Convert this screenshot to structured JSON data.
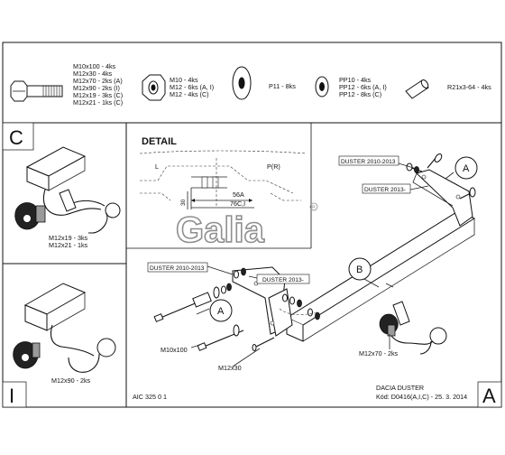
{
  "parts_list": {
    "bolts": [
      "M10x100 - 4ks",
      "M12x30 - 4ks",
      "M12x70 - 2ks (A)",
      "M12x90 - 2ks (I)",
      "M12x19 - 3ks (C)",
      "M12x21 - 1ks (C)"
    ],
    "nuts": [
      "M10 - 4ks",
      "M12 - 6ks (A, I)",
      "M12 - 4ks (C)"
    ],
    "washer": "P11 - 8ks",
    "spring_washers": [
      "PP10 - 4ks",
      "PP12 - 6ks (A, I)",
      "PP12 - 8ks (C)"
    ],
    "sleeve": "R21x3-64 - 4ks"
  },
  "panel_c": {
    "letter": "C",
    "bolts_label": [
      "M12x19 - 3ks",
      "M12x21 - 1ks"
    ]
  },
  "panel_i": {
    "letter": "I",
    "bolts_label": "M12x90 - 2ks"
  },
  "detail": {
    "title": "DETAIL",
    "left_label": "L",
    "right_label": "P(R)",
    "dim_vertical": "30",
    "label_56a": "56A",
    "label_76c": "76C,I"
  },
  "logo_text": "Galia",
  "assembly": {
    "label_a_top": "A",
    "label_a_left": "A",
    "label_b": "B",
    "duster_2010_right": "DUSTER 2010-2013",
    "duster_2013_right": "DUSTER 2013-",
    "duster_2010_left": "DUSTER 2010-2013",
    "duster_2013_left": "DUSTER 2013-",
    "bolt_m10x100": "M10x100",
    "bolt_m12x30": "M12x30",
    "bolt_m12x70": "M12x70 - 2ks"
  },
  "footer": {
    "code": "AIC 325 0 1",
    "vehicle": "DACIA DUSTER",
    "kod": "Kód: D0416(A,I,C) - 25. 3. 2014",
    "corner_letter": "A"
  }
}
